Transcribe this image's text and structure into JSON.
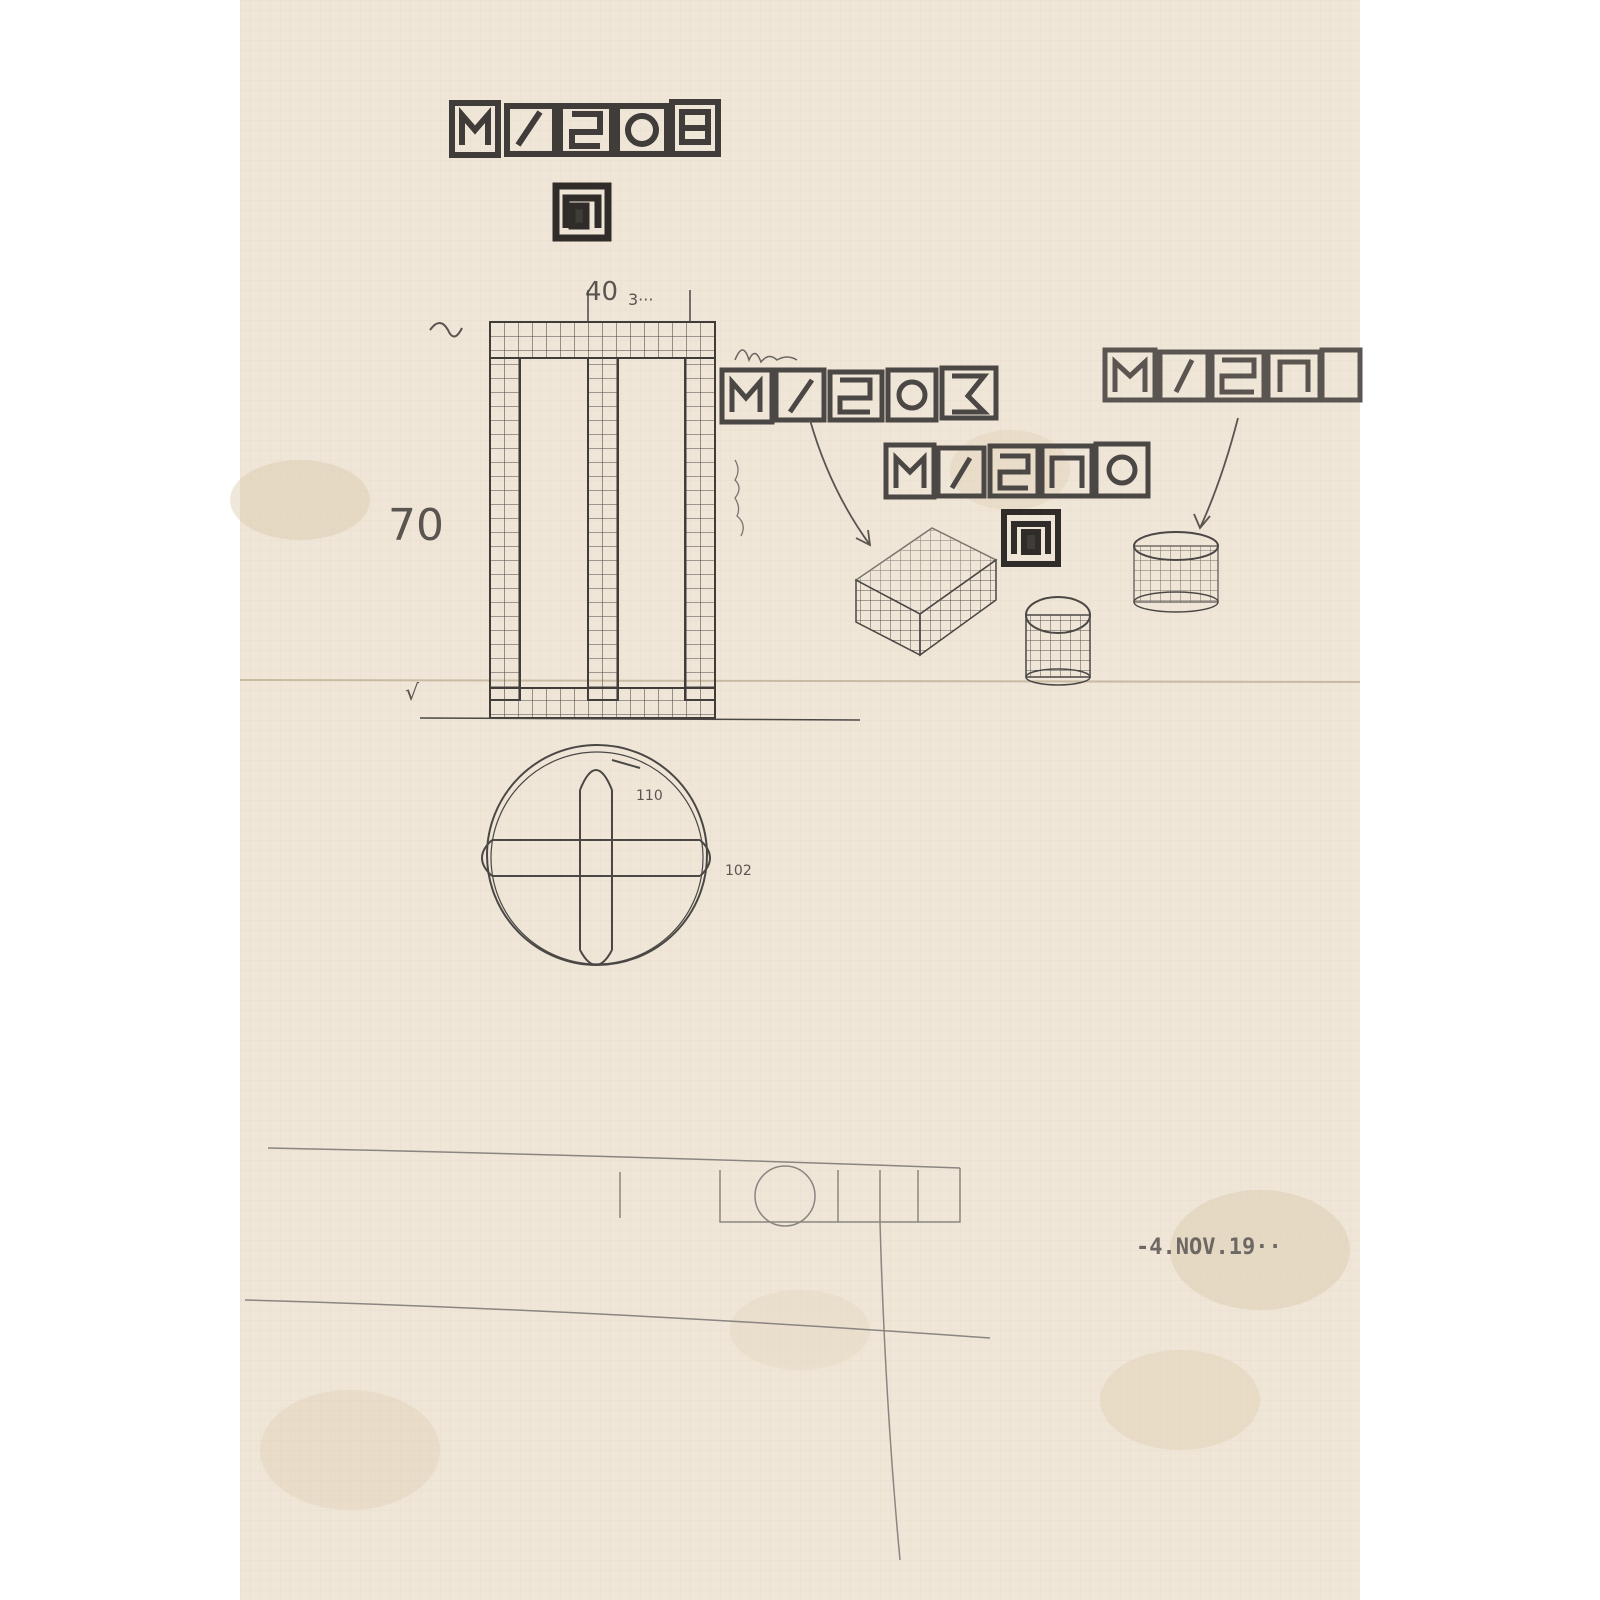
{
  "sheet": {
    "paper_color": "#efe6d8",
    "graphite_color": "#4a4744",
    "light_graphite_color": "#8a8580",
    "stain_color": "#d9c6a8"
  },
  "annotations": {
    "dim_top": "40",
    "dim_top_small": "3···",
    "dim_left": "70",
    "dim_circle_1": "110",
    "dim_circle_2": "102",
    "margin_mark_left": "√",
    "date_stamp": "-4.NOV.19··"
  },
  "logos": [
    {
      "id": "logo-top",
      "note": "stylized geometric block lettering"
    },
    {
      "id": "logo-middle",
      "note": "stylized geometric block lettering"
    },
    {
      "id": "logo-right-1",
      "note": "stylized geometric block lettering"
    },
    {
      "id": "logo-right-2",
      "note": "stylized geometric block lettering"
    }
  ]
}
